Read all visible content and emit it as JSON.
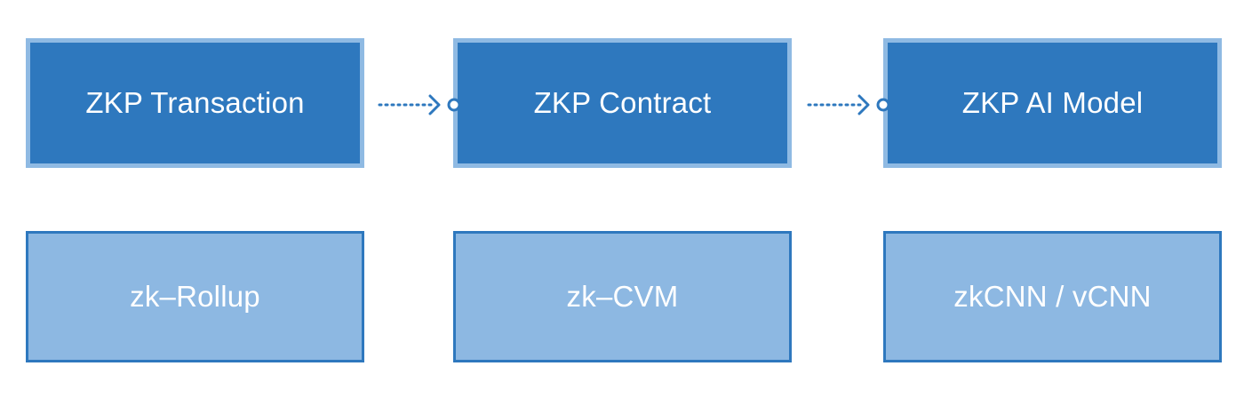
{
  "top_row": [
    {
      "label": "ZKP Transaction"
    },
    {
      "label": "ZKP Contract"
    },
    {
      "label": "ZKP AI Model"
    }
  ],
  "bottom_row": [
    {
      "label": "zk–Rollup"
    },
    {
      "label": "zk–CVM"
    },
    {
      "label": "zkCNN / vCNN"
    }
  ],
  "colors": {
    "primary_box": "#2e78be",
    "primary_box_border": "#8fbae3",
    "secondary_box": "#8db8e2",
    "secondary_box_border": "#2e78be",
    "connector": "#2e78be",
    "text": "#ffffff"
  }
}
